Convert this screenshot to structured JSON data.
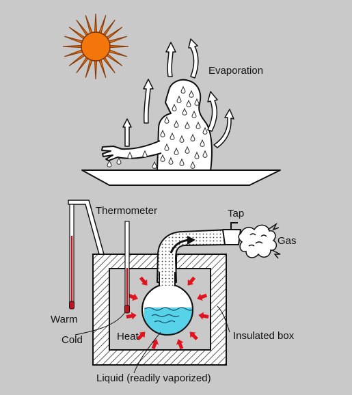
{
  "labels": {
    "evaporation": "Evaporation",
    "thermometer": "Thermometer",
    "tap": "Tap",
    "gas": "Gas",
    "warm": "Warm",
    "cold": "Cold",
    "heat": "Heat",
    "insulated_box": "Insulated box",
    "liquid": "Liquid (readily vaporized)"
  },
  "colors": {
    "background": "#c9c9c9",
    "sun": "#f2760c",
    "liquid": "#56d3e8",
    "heat_arrows": "#e0141e",
    "mercury": "#c0141e"
  },
  "icons": {
    "sun": "sun-icon",
    "person": "sweating-person-figure",
    "flask": "round-bottom-flask"
  }
}
